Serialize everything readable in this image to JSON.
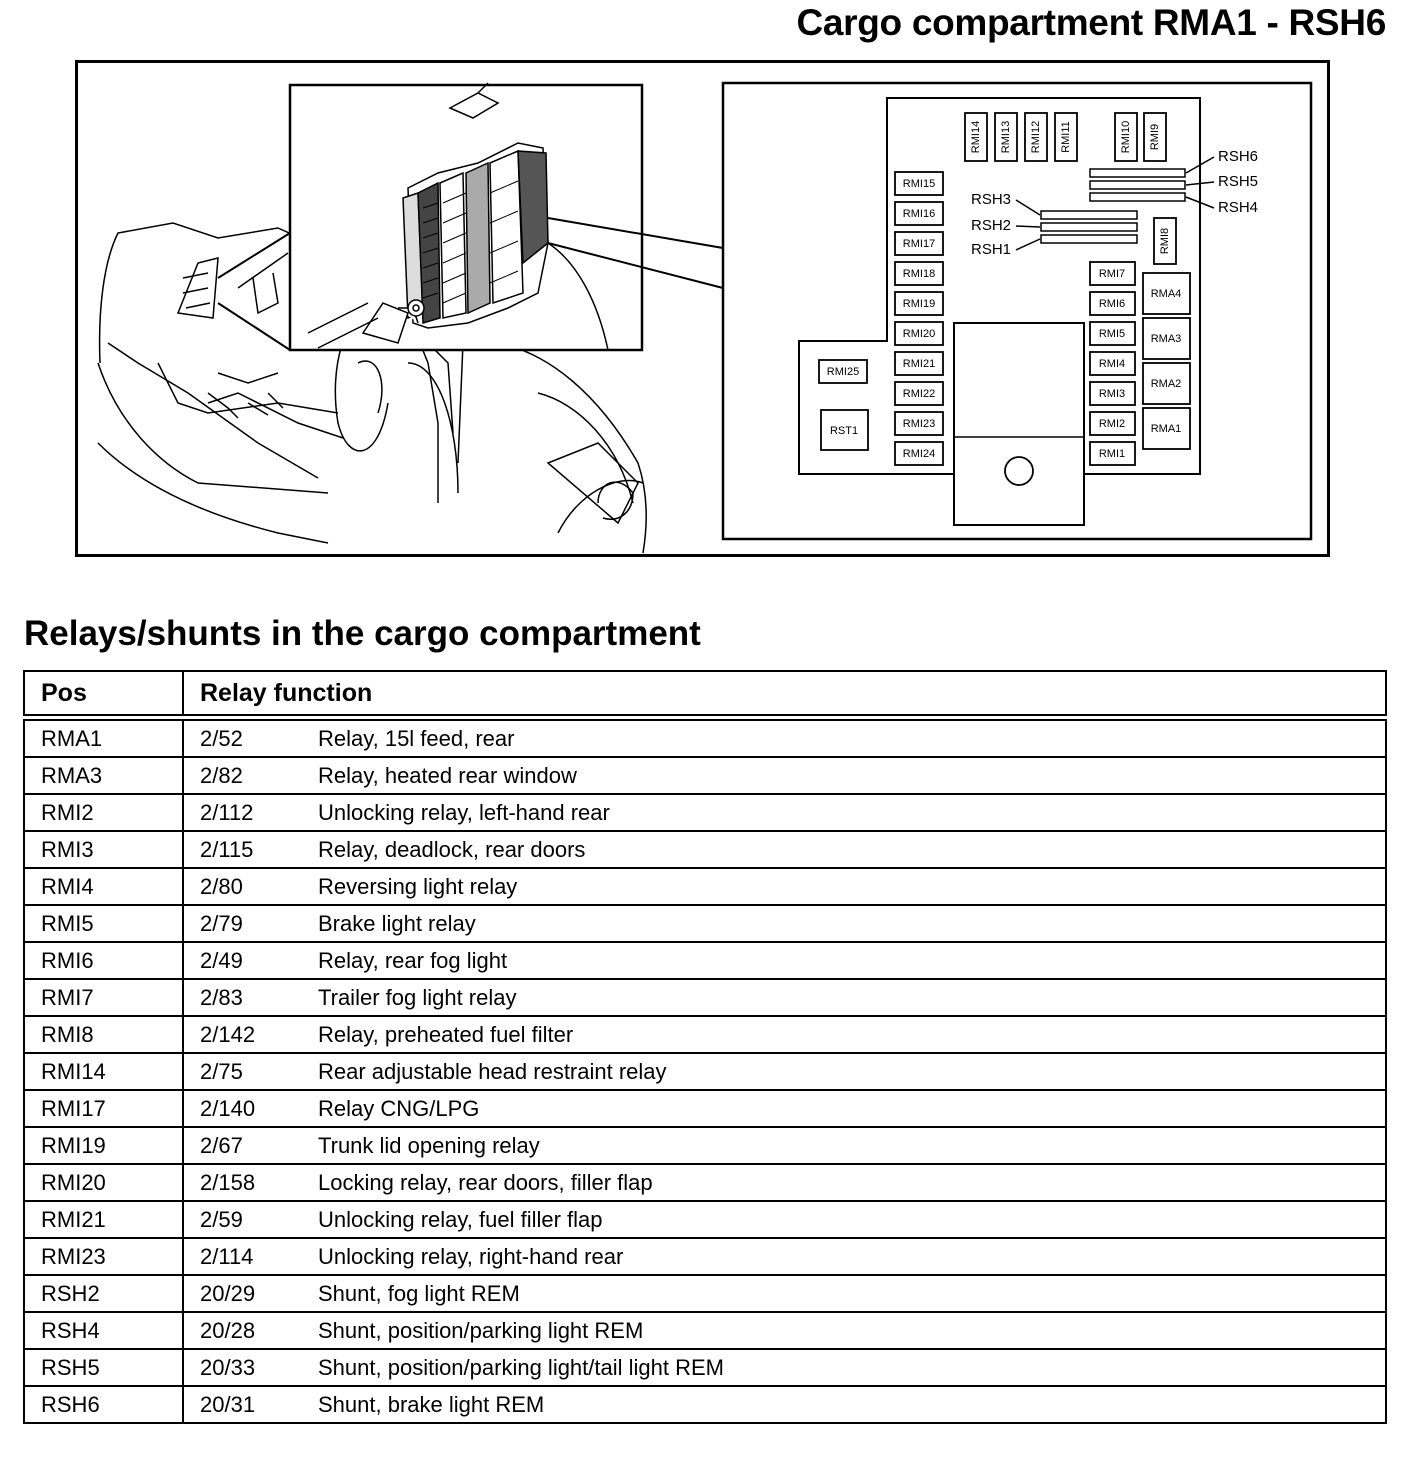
{
  "header": {
    "title": "Cargo compartment RMA1 - RSH6"
  },
  "diagram": {
    "top_relays": [
      "RMI14",
      "RMI13",
      "RMI12",
      "RMI11",
      "RMI10",
      "RMI9"
    ],
    "left_column": [
      "RMI15",
      "RMI16",
      "RMI17",
      "RMI18",
      "RMI19",
      "RMI20",
      "RMI21",
      "RMI22",
      "RMI23",
      "RMI24"
    ],
    "right_column": [
      "RMI7",
      "RMI6",
      "RMI5",
      "RMI4",
      "RMI3",
      "RMI2",
      "RMI1"
    ],
    "ma_relays": [
      "RMA4",
      "RMA3",
      "RMA2",
      "RMA1"
    ],
    "rmi8": "RMI8",
    "rmi25": "RMI25",
    "rst1": "RST1",
    "shunts_left": [
      "RSH3",
      "RSH2",
      "RSH1"
    ],
    "shunts_right": [
      "RSH6",
      "RSH5",
      "RSH4"
    ]
  },
  "section": {
    "title": "Relays/shunts in the cargo compartment"
  },
  "table": {
    "headers": {
      "pos": "Pos",
      "function": "Relay function"
    },
    "rows": [
      {
        "pos": "RMA1",
        "code": "2/52",
        "desc": "Relay, 15l feed, rear"
      },
      {
        "pos": "RMA3",
        "code": "2/82",
        "desc": "Relay, heated rear window"
      },
      {
        "pos": "RMI2",
        "code": "2/112",
        "desc": "Unlocking relay, left-hand rear"
      },
      {
        "pos": "RMI3",
        "code": "2/115",
        "desc": "Relay, deadlock, rear doors"
      },
      {
        "pos": "RMI4",
        "code": "2/80",
        "desc": "Reversing light relay"
      },
      {
        "pos": "RMI5",
        "code": "2/79",
        "desc": "Brake light relay"
      },
      {
        "pos": "RMI6",
        "code": "2/49",
        "desc": "Relay, rear fog light"
      },
      {
        "pos": "RMI7",
        "code": "2/83",
        "desc": "Trailer fog light relay"
      },
      {
        "pos": "RMI8",
        "code": "2/142",
        "desc": "Relay, preheated fuel filter"
      },
      {
        "pos": "RMI14",
        "code": "2/75",
        "desc": "Rear adjustable head restraint relay"
      },
      {
        "pos": "RMI17",
        "code": "2/140",
        "desc": "Relay CNG/LPG"
      },
      {
        "pos": "RMI19",
        "code": "2/67",
        "desc": "Trunk lid opening relay"
      },
      {
        "pos": "RMI20",
        "code": "2/158",
        "desc": "Locking relay, rear doors, filler flap"
      },
      {
        "pos": "RMI21",
        "code": "2/59",
        "desc": "Unlocking relay, fuel filler flap"
      },
      {
        "pos": "RMI23",
        "code": "2/114",
        "desc": "Unlocking relay, right-hand rear"
      },
      {
        "pos": "RSH2",
        "code": "20/29",
        "desc": "Shunt, fog light REM"
      },
      {
        "pos": "RSH4",
        "code": "20/28",
        "desc": "Shunt, position/parking light REM"
      },
      {
        "pos": "RSH5",
        "code": "20/33",
        "desc": "Shunt, position/parking light/tail light REM"
      },
      {
        "pos": "RSH6",
        "code": "20/31",
        "desc": "Shunt, brake light REM"
      }
    ]
  }
}
